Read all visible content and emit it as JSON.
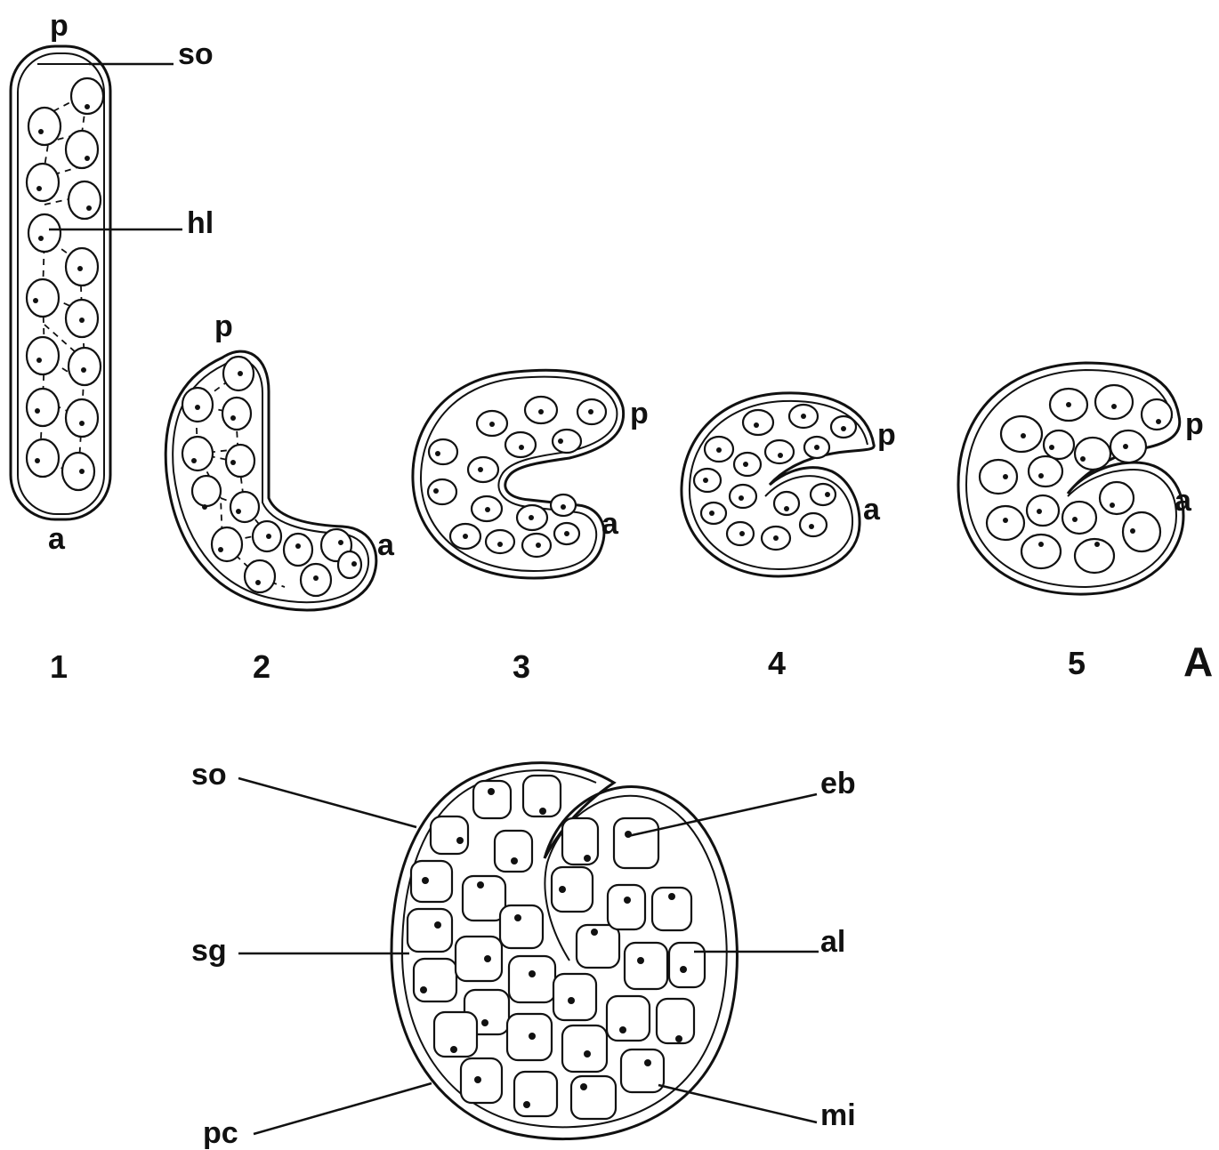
{
  "stages": [
    {
      "number": "1",
      "posterior": "p",
      "anterior": "a"
    },
    {
      "number": "2",
      "posterior": "p",
      "anterior": "a"
    },
    {
      "number": "3",
      "posterior": "p",
      "anterior": "a"
    },
    {
      "number": "4",
      "posterior": "p",
      "anterior": "a"
    },
    {
      "number": "5",
      "posterior": "p",
      "anterior": "a"
    }
  ],
  "panel_letter": "A",
  "callouts_top": {
    "so": "so",
    "hl": "hl"
  },
  "callouts_bottom": {
    "so": "so",
    "sg": "sg",
    "pc": "pc",
    "eb": "eb",
    "al": "al",
    "mi": "mi"
  }
}
